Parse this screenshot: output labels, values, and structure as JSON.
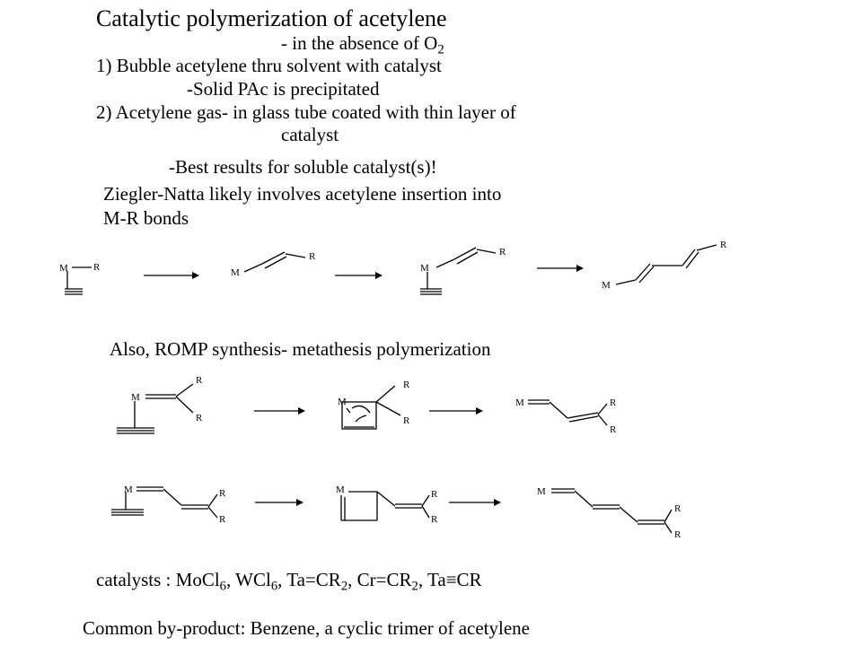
{
  "title": "Catalytic polymerization of acetylene",
  "conditions": {
    "absence_prefix": "- in the absence of O",
    "absence_sub": "2",
    "step1": "1) Bubble acetylene thru solvent with catalyst",
    "step1_note": "-Solid PAc is precipitated",
    "step2": "2) Acetylene gas- in glass tube coated with thin layer of",
    "step2_cont": "catalyst",
    "best": "-Best results for soluble catalyst(s)!"
  },
  "ziegler": {
    "line1": "Ziegler-Natta likely involves acetylene insertion into",
    "line2": "M-R bonds"
  },
  "romp": {
    "heading": "Also, ROMP synthesis- metathesis polymerization"
  },
  "labels": {
    "metal": "M",
    "group": "R"
  },
  "catalysts": {
    "prefix": "catalysts : MoCl",
    "s1": "6",
    "t2": ", WCl",
    "s2": "6",
    "t3": ", Ta=CR",
    "s3": "2",
    "t4": ", Cr=CR",
    "s4": "2",
    "t5": ", Ta",
    "triple": "≡",
    "t6": "CR"
  },
  "byproduct": "Common by-product: Benzene, a cyclic trimer of acetylene"
}
